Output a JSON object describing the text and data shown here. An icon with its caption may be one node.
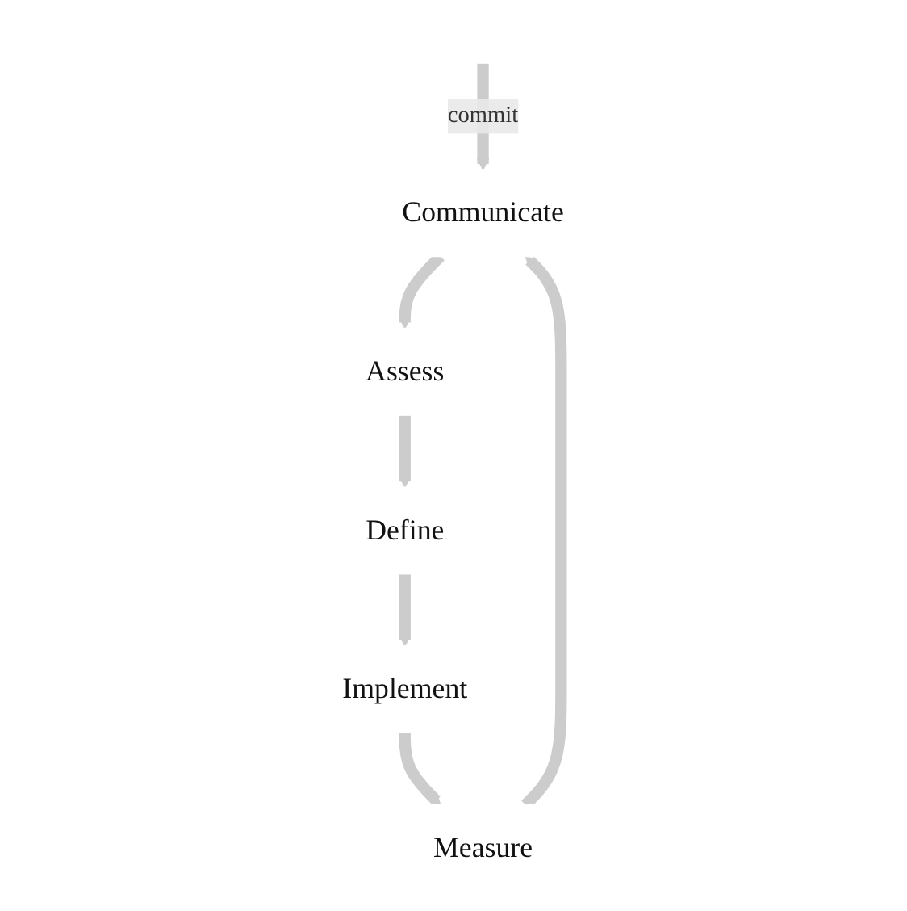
{
  "diagram": {
    "nodes": [
      {
        "text": [
          "Communicate"
        ]
      },
      {
        "text": [
          "Assess"
        ]
      },
      {
        "text": [
          "Define"
        ]
      },
      {
        "text": [
          "Implement"
        ]
      },
      {
        "text": [
          "Measure"
        ]
      }
    ],
    "edges": [
      {
        "from": null,
        "to": 0,
        "arrow": "to",
        "label": "commit"
      },
      {
        "from": 0,
        "to": 1,
        "arrow": "to"
      },
      {
        "from": 1,
        "to": 2,
        "arrow": "to"
      },
      {
        "from": 2,
        "to": 3,
        "arrow": "to"
      },
      {
        "from": 3,
        "to": 4,
        "arrow": "to"
      },
      {
        "from": 4,
        "to": 0,
        "arrow": "to"
      }
    ]
  }
}
